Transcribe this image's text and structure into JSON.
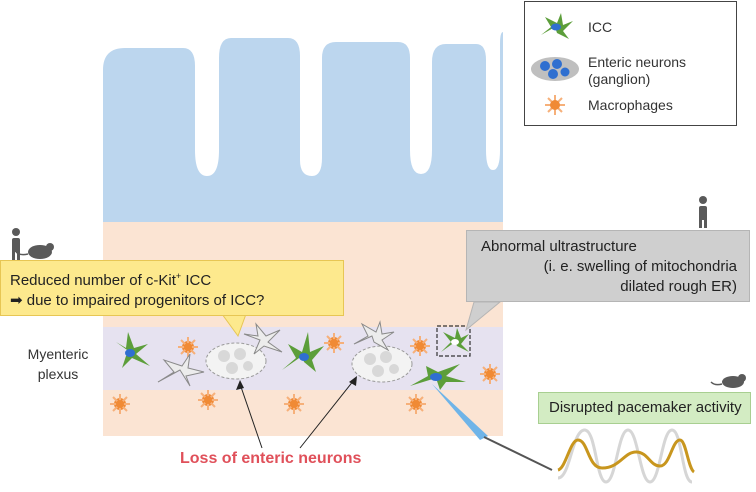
{
  "legend": {
    "icc": "ICC",
    "neurons_line1": "Enteric neurons",
    "neurons_line2": "(ganglion)",
    "macrophages": "Macrophages"
  },
  "labels": {
    "myenteric_line1": "Myenteric",
    "myenteric_line2": "plexus",
    "loss_of_neurons": "Loss of enteric neurons"
  },
  "callouts": {
    "reduced_line1_pre": "Reduced number of c-Kit",
    "reduced_line1_sup": "+",
    "reduced_line1_post": " ICC",
    "reduced_line2": "➡ due to impaired progenitors of ICC?",
    "abnormal_line1": "Abnormal ultrastructure",
    "abnormal_line2": "(i. e. swelling of mitochondria",
    "abnormal_line3": "dilated rough ER)",
    "pacemaker": "Disrupted pacemaker activity"
  },
  "colors": {
    "mucosa": "#bcd6ee",
    "muscle": "#fbe4d3",
    "plexus_band": "#e6e2f0",
    "icc_green": "#5c9e3a",
    "nucleus_blue": "#2f6fd0",
    "macrophage": "#f08a35",
    "loss_text": "#e0505a",
    "trace_gold": "#c8961e"
  },
  "icons": [
    "human-icon",
    "mouse-icon",
    "icc-cell-icon",
    "ganglion-icon",
    "macrophage-icon",
    "probe-icon"
  ]
}
